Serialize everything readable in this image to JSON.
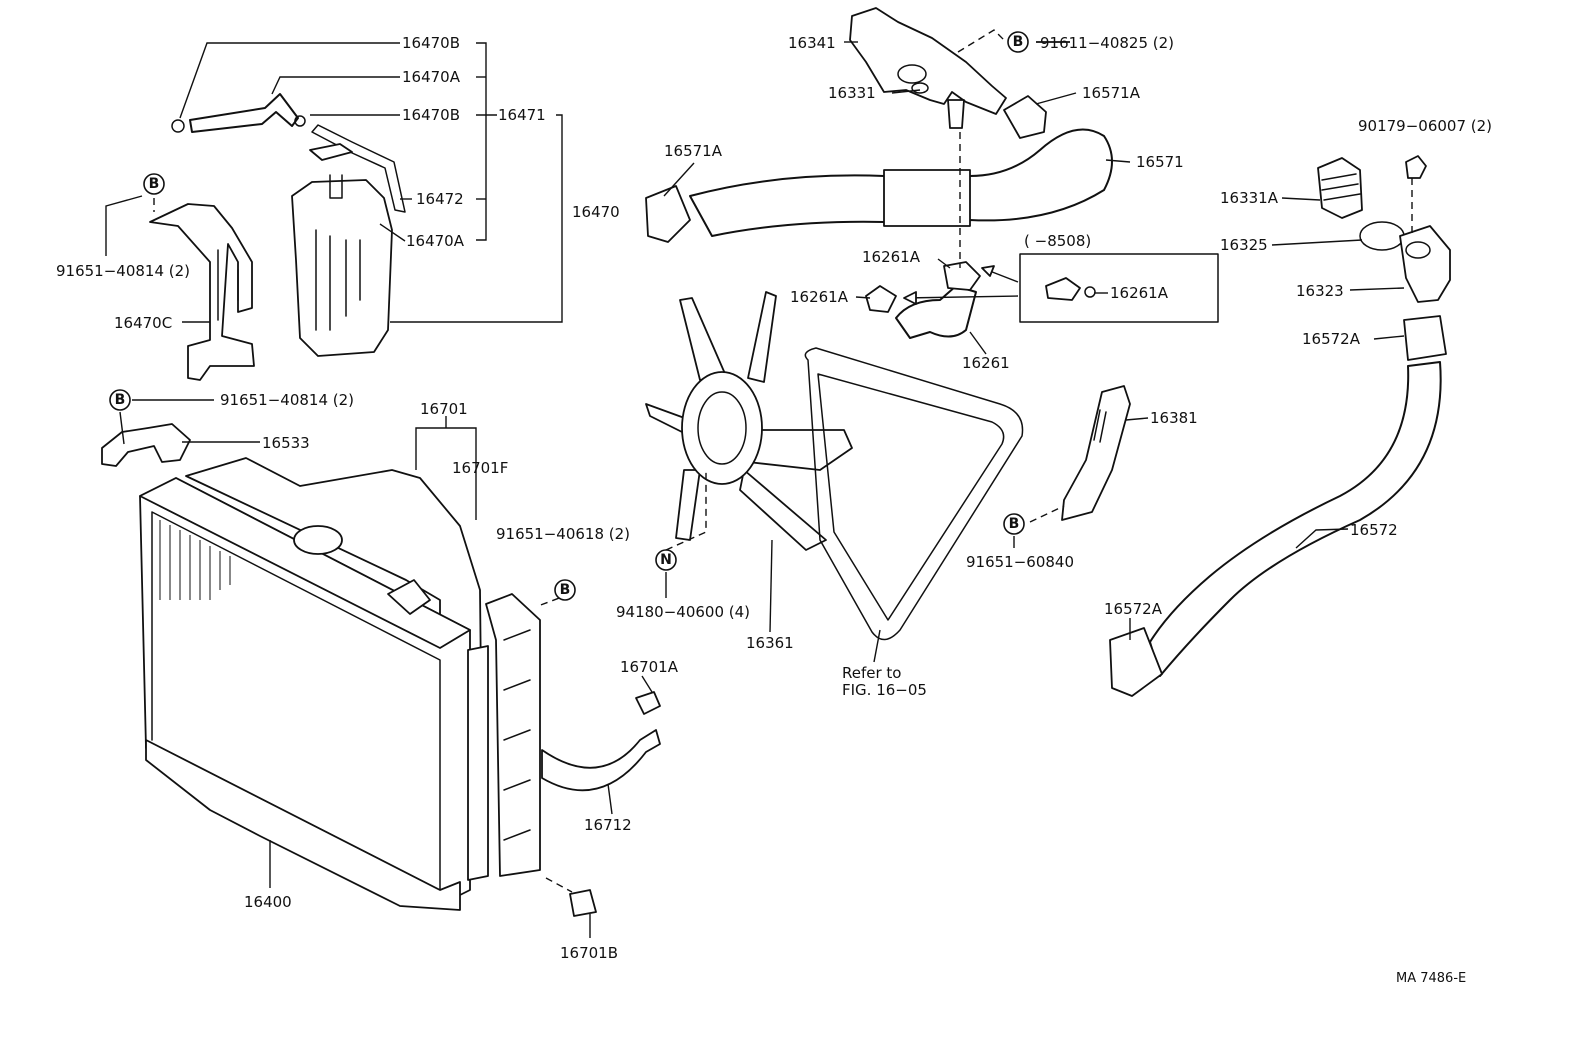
{
  "diagram": {
    "reference_code": "MA 7486-E",
    "refer_to": [
      "Refer to",
      "FIG. 16−05"
    ],
    "inset_label": "(       −8508)",
    "markers": {
      "b": "B",
      "n": "N"
    },
    "labels": {
      "p16470B_top": "16470B",
      "p16470A_top": "16470A",
      "p16470B_mid": "16470B",
      "p16471": "16471",
      "p16472": "16472",
      "p16470A_bot": "16470A",
      "p16470": "16470",
      "p91651_40814_a": "91651−40814 (2)",
      "p16470C": "16470C",
      "p91651_40814_b": "91651−40814 (2)",
      "p16533": "16533",
      "p16701": "16701",
      "p16701F": "16701F",
      "p91651_40618": "91651−40618 (2)",
      "p16400": "16400",
      "p16701A": "16701A",
      "p16712": "16712",
      "p16701B": "16701B",
      "p16341": "16341",
      "p91611_40825": "91611−40825 (2)",
      "p16331": "16331",
      "p16571A_r": "16571A",
      "p16571A_l": "16571A",
      "p16571": "16571",
      "p16261A_a": "16261A",
      "p16261A_b": "16261A",
      "p16261A_inset": "16261A",
      "p16261": "16261",
      "p94180_40600": "94180−40600 (4)",
      "p16361": "16361",
      "p16381": "16381",
      "p91651_60840": "91651−60840",
      "p90179_06007": "90179−06007 (2)",
      "p16331A": "16331A",
      "p16325": "16325",
      "p16323": "16323",
      "p16572A_top": "16572A",
      "p16572": "16572",
      "p16572A_bot": "16572A"
    }
  }
}
